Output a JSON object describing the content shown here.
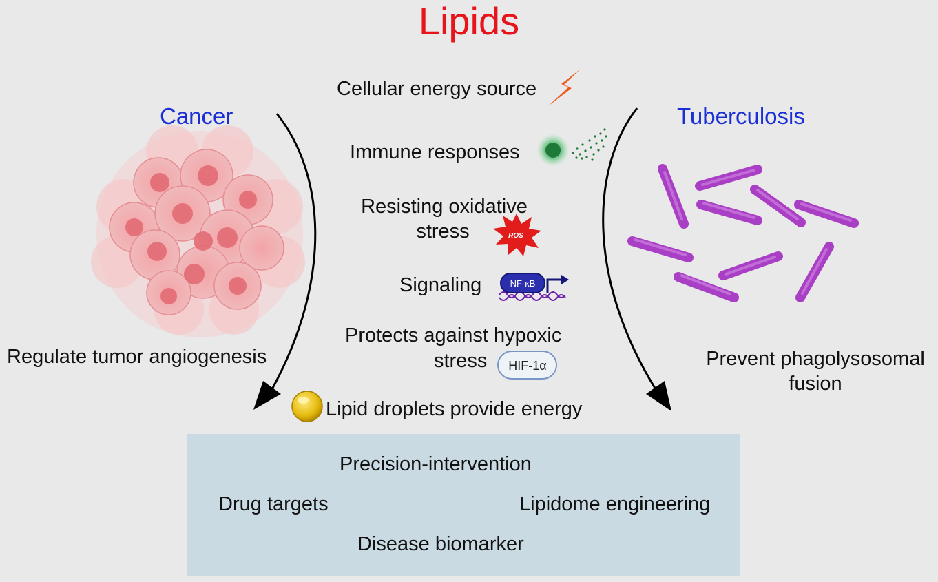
{
  "title": "Lipids",
  "left": {
    "heading": "Cancer",
    "caption": "Regulate tumor angiogenesis"
  },
  "right": {
    "heading": "Tuberculosis",
    "caption_line1": "Prevent phagolysosomal",
    "caption_line2": "fusion"
  },
  "functions": {
    "energy": "Cellular energy source",
    "immune": "Immune responses",
    "oxidative_line1": "Resisting oxidative",
    "oxidative_line2": "stress",
    "ros_label": "ROS",
    "signaling": "Signaling",
    "nfkb_label": "NF-κB",
    "hypoxic_line1": "Protects against hypoxic",
    "hypoxic_line2": "stress",
    "hif_label": "HIF-1α",
    "droplets": "Lipid droplets provide energy"
  },
  "applications": {
    "precision": "Precision-intervention",
    "drug": "Drug targets",
    "lipidome": "Lipidome engineering",
    "biomarker": "Disease biomarker"
  },
  "colors": {
    "title": "#e8141c",
    "heading": "#1a2fd6",
    "box": "#c9dae3",
    "cancer": "#ef8f95",
    "bacteria": "#a93fc4"
  },
  "icons": [
    "lightning-icon",
    "immune-cell-icon",
    "ros-burst-icon",
    "nfkb-dna-icon",
    "hif-badge-icon",
    "lipid-droplet-icon",
    "tumor-cluster-icon",
    "bacteria-icon"
  ]
}
